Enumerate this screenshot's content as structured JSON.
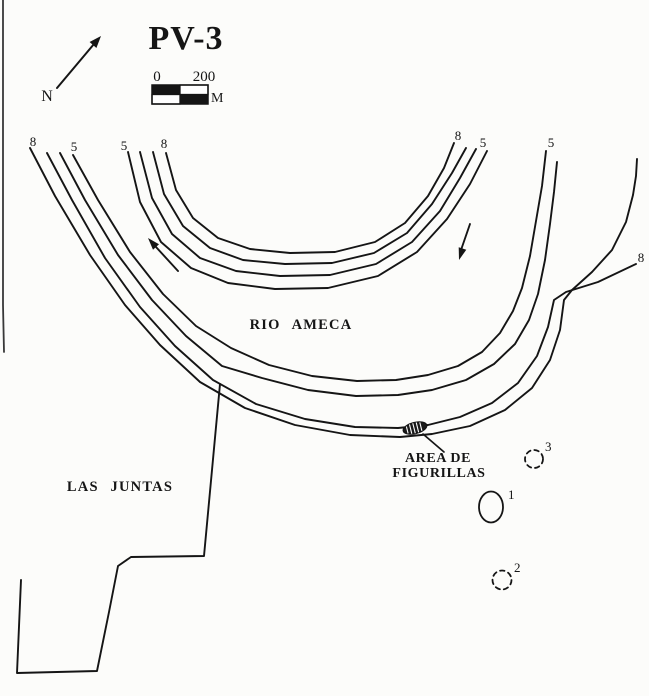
{
  "title": "PV-3",
  "north": {
    "label": "N"
  },
  "scale_bar": {
    "start": "0",
    "end": "200",
    "unit": "M"
  },
  "labels": {
    "river": "RIO AMECA",
    "settlement": "LAS JUNTAS",
    "figurine_area_line1": "AREA DE",
    "figurine_area_line2": "FIGURILLAS"
  },
  "contour_labels": [
    {
      "text": "8",
      "position": "outer-bank-left-far"
    },
    {
      "text": "5",
      "position": "outer-bank-left-near"
    },
    {
      "text": "5",
      "position": "inner-bank-left-near"
    },
    {
      "text": "8",
      "position": "inner-bank-left-high"
    },
    {
      "text": "8",
      "position": "inner-bank-right-high"
    },
    {
      "text": "5",
      "position": "inner-bank-right-near"
    },
    {
      "text": "5",
      "position": "outer-bank-right-near"
    },
    {
      "text": "8",
      "position": "outer-bank-right-far"
    }
  ],
  "features": [
    {
      "number": "1",
      "marker": "solid-ellipse"
    },
    {
      "number": "2",
      "marker": "dashed-circle"
    },
    {
      "number": "3",
      "marker": "dashed-circle"
    }
  ],
  "colors": {
    "ink": "#151515",
    "paper": "#fcfcfa"
  }
}
